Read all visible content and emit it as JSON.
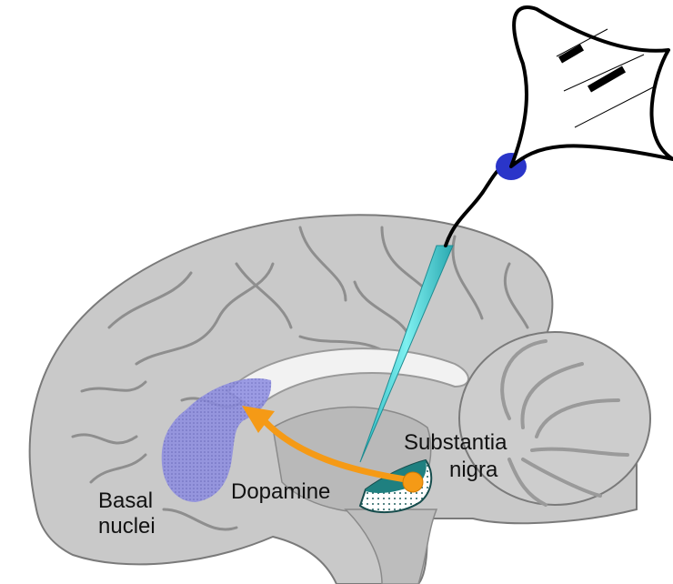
{
  "labels": {
    "basal_line1": "Basal",
    "basal_line2": "nuclei",
    "dopamine": "Dopamine",
    "substantia_line1": "Substantia",
    "substantia_line2": "nigra"
  },
  "colors": {
    "brain": "#c9c9c9",
    "brain_dark": "#8a8a8a",
    "basal_nuclei": "#7777cc",
    "substantia_nigra": "#1f8080",
    "dopamine_arrow": "#f59a16",
    "electrode": "#45d6d6",
    "connector_blue": "#2a35c9",
    "wire": "#000000"
  },
  "icons": [
    "brain-sagittal-section",
    "recording-electrode",
    "oscilloscope-speaker-icon"
  ]
}
